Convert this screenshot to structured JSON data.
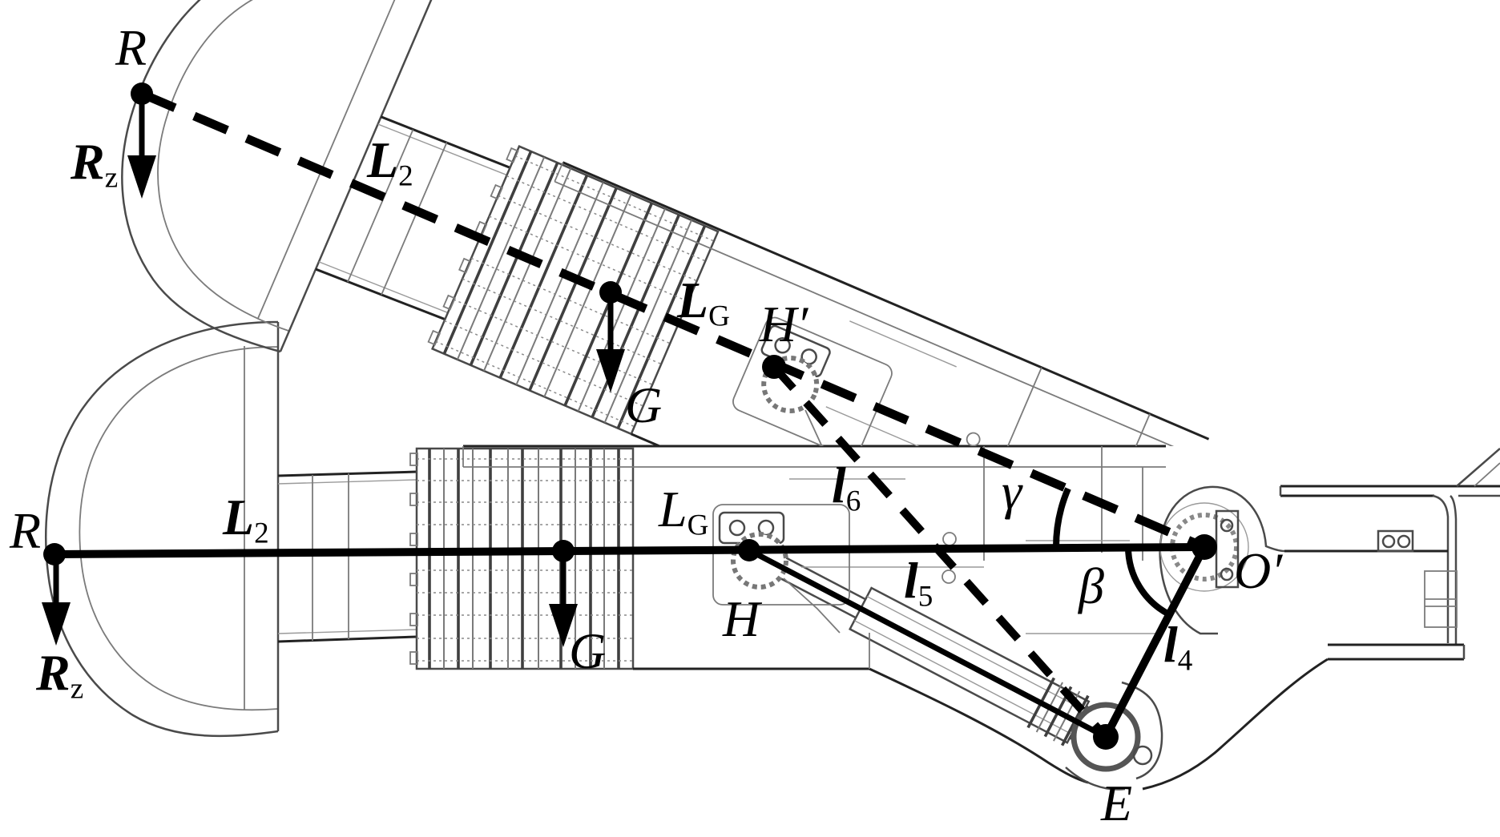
{
  "colors": {
    "background": "#ffffff",
    "annotation_ink": "#000000",
    "machine_outline_dark": "#222222",
    "machine_outline_light": "#7b7b7b"
  },
  "labels": {
    "upper": {
      "R": "R",
      "Rz": {
        "main": "R",
        "sub": "z"
      },
      "L2": {
        "main": "L",
        "sub": "2"
      },
      "LG": {
        "main": "L",
        "sub": "G"
      },
      "G": "G",
      "H_prime": "H′"
    },
    "lower": {
      "R": "R",
      "Rz": {
        "main": "R",
        "sub": "z"
      },
      "L2": {
        "main": "L",
        "sub": "2"
      },
      "LG": {
        "main": "L",
        "sub": "G"
      },
      "G": "G",
      "H": "H"
    },
    "pivots": {
      "O_prime": "O′",
      "E": "E"
    },
    "lengths": {
      "l4": {
        "main": "l",
        "sub": "4"
      },
      "l5": {
        "main": "l",
        "sub": "5"
      },
      "l6": {
        "main": "l",
        "sub": "6"
      }
    },
    "angles": {
      "gamma": "γ",
      "beta": "β"
    }
  }
}
